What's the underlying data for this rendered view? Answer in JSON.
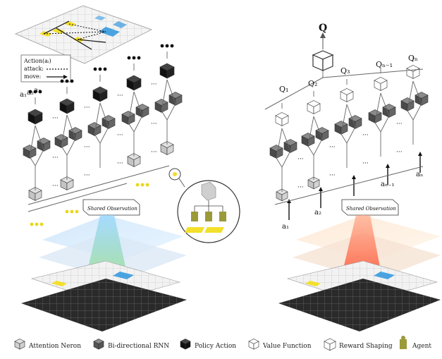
{
  "top_panel": {
    "action_box": {
      "title": "Action(aᵢ)",
      "attack": "attack:",
      "move": "move:"
    },
    "agent_labels": [
      "a₁",
      "a₂",
      "a₃"
    ]
  },
  "shared_observation": "Shared Observation",
  "right_panel": {
    "q_top": "Q",
    "q_labels": [
      "Q₁",
      "Q₂",
      "Q₃",
      "Qₙ₋₁",
      "Qₙ"
    ],
    "a_labels": [
      "a₁",
      "a₂",
      "aₙ₋₁",
      "aₙ"
    ]
  },
  "legend": [
    {
      "label": "Attention Neron",
      "icon": "attention-neuron-icon",
      "color": "#d0d0d0"
    },
    {
      "label": "Bi-directional RNN",
      "icon": "rnn-icon",
      "color": "#555555"
    },
    {
      "label": "Policy Action",
      "icon": "policy-action-icon",
      "color": "#111111"
    },
    {
      "label": "Value Function",
      "icon": "value-function-icon",
      "color": "#ffffff"
    },
    {
      "label": "Reward Shaping",
      "icon": "reward-shaping-icon",
      "color": "#ffffff"
    },
    {
      "label": "Agent",
      "icon": "agent-icon",
      "color": "#a0a040"
    }
  ]
}
